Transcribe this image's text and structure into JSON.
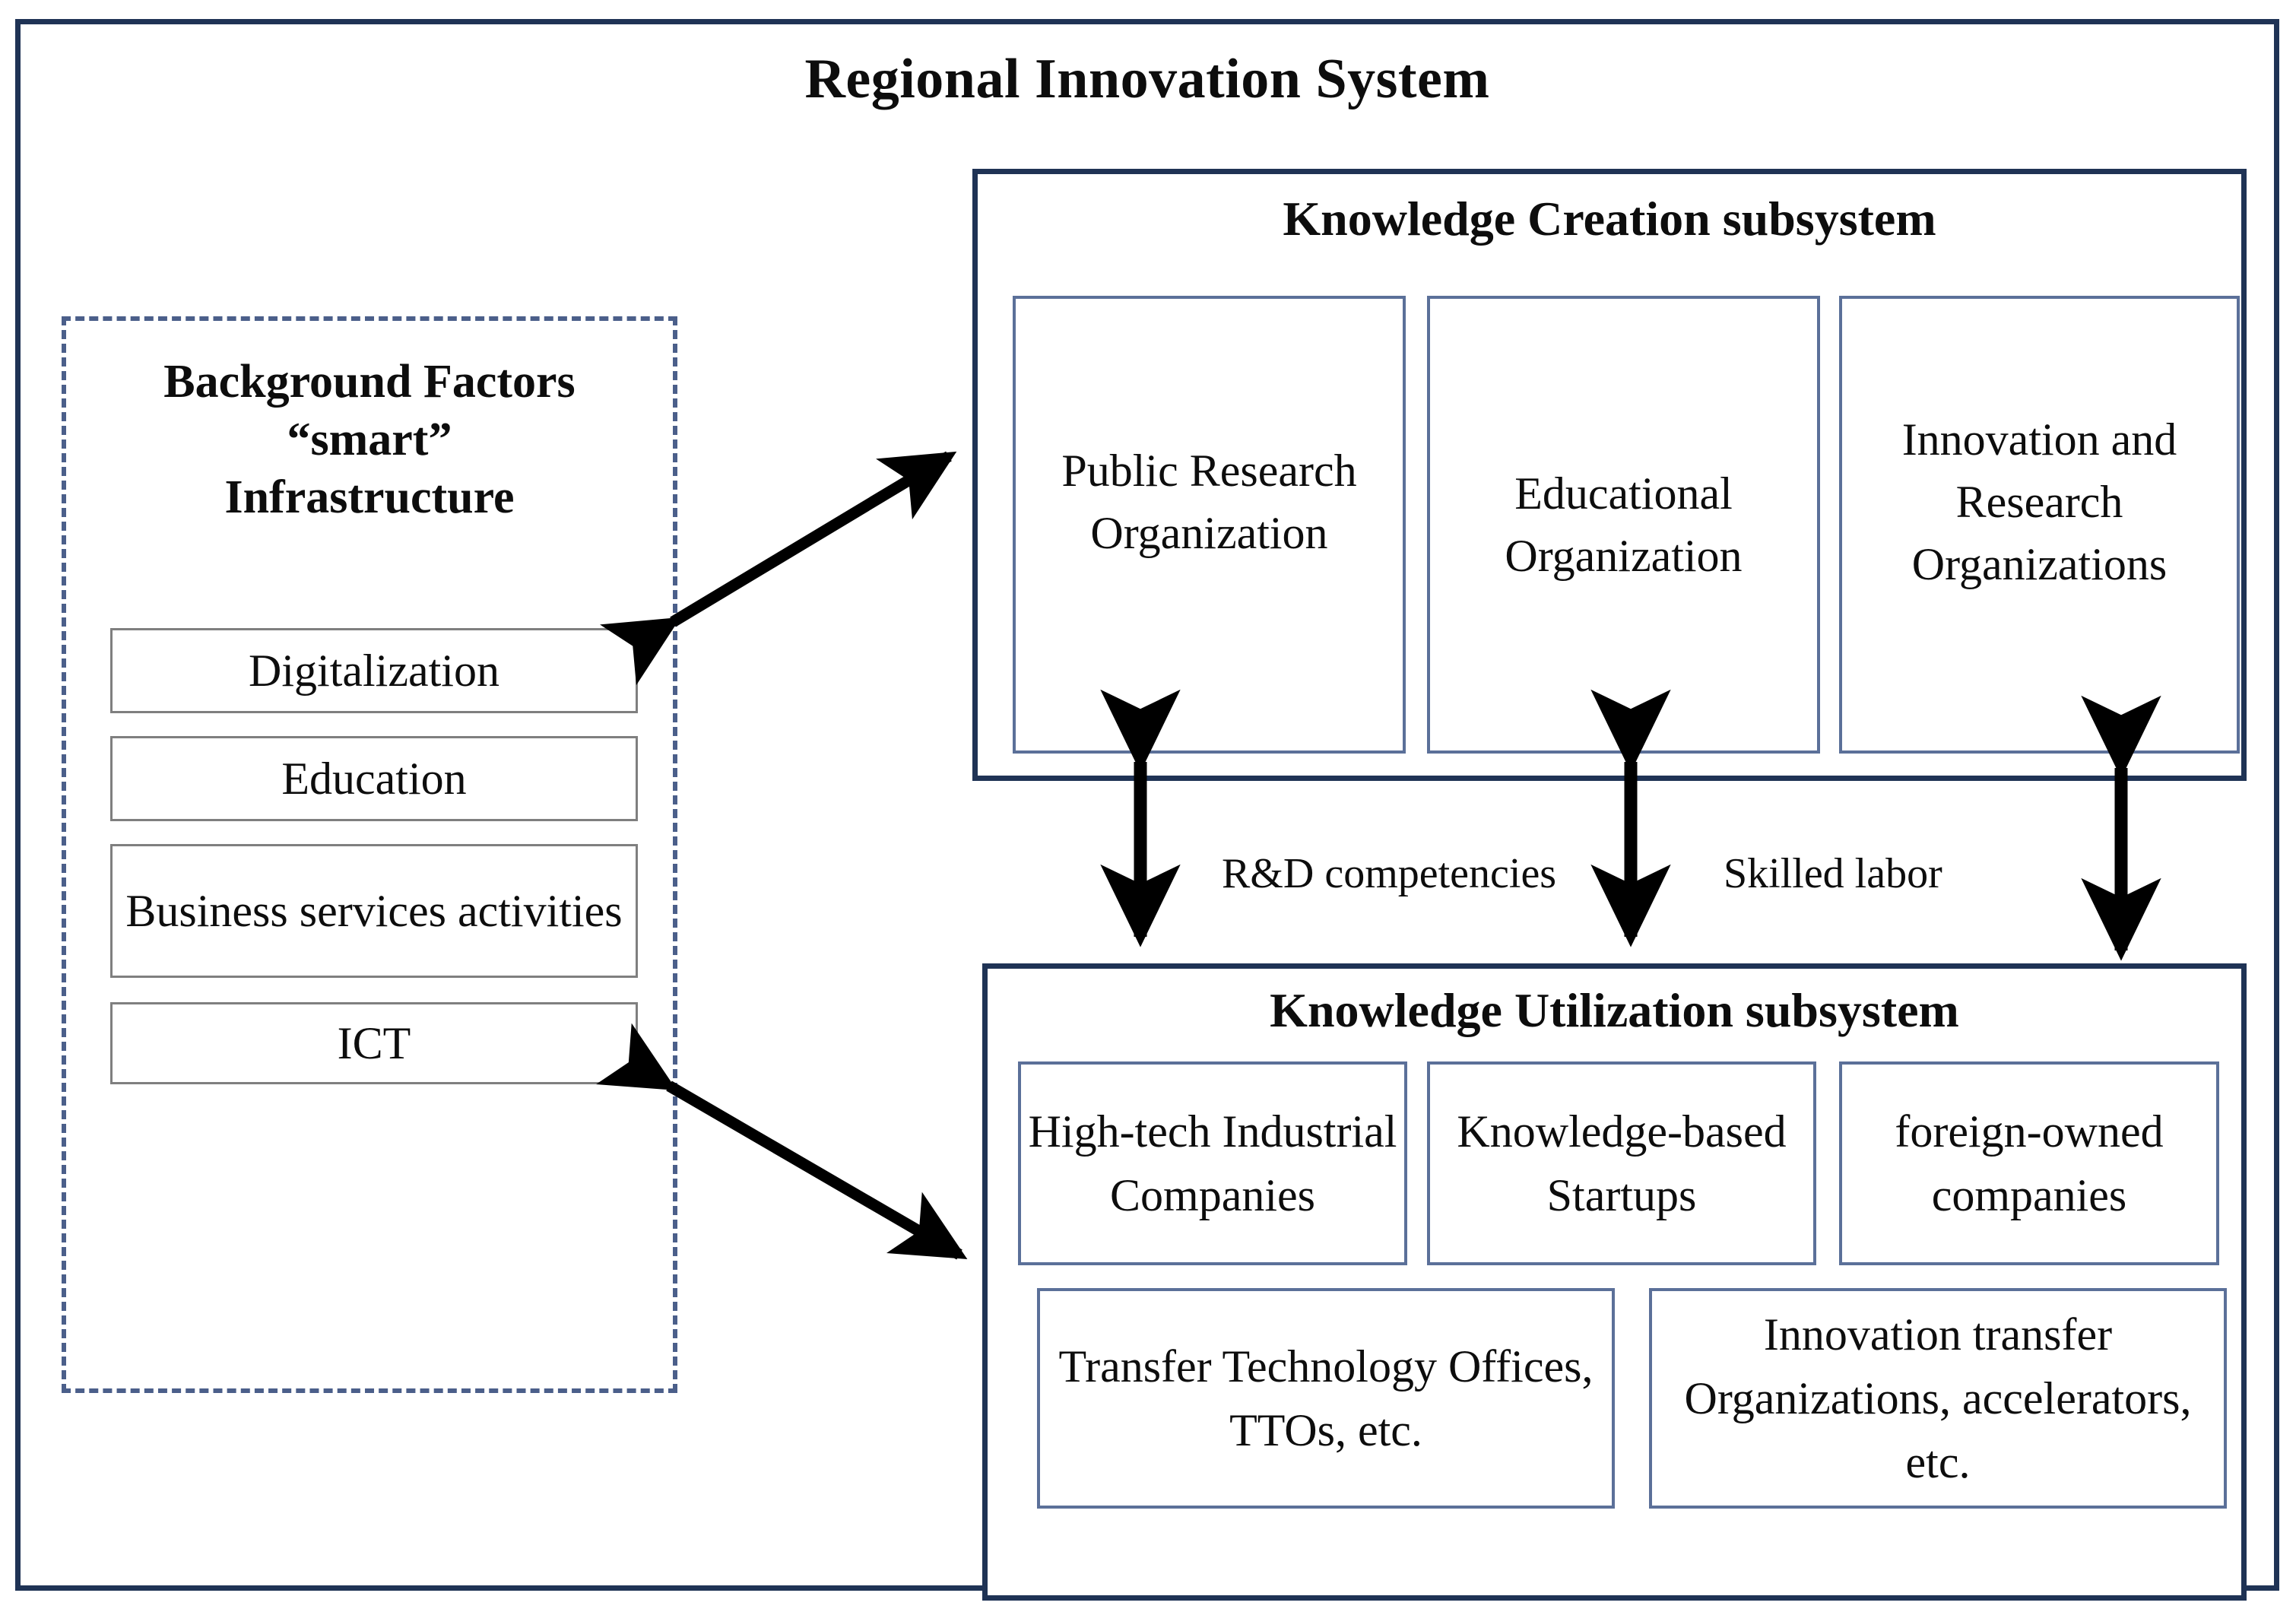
{
  "diagram": {
    "title": "Regional Innovation System",
    "colors": {
      "frame_border": "#1f3355",
      "panel_border": "#1f3355",
      "card_border": "#5b7099",
      "dashed_border": "#4b5f8a",
      "plain_box_border": "#7f7f7f",
      "arrow": "#000000",
      "text": "#0d0d0d"
    }
  },
  "background_factors": {
    "title_lines": [
      "Background Factors",
      "“smart”",
      "Infrastructure"
    ],
    "title": "Background Factors “smart” Infrastructure",
    "items": [
      {
        "label": "Digitalization"
      },
      {
        "label": "Education"
      },
      {
        "label": "Business services activities"
      },
      {
        "label": "ICT"
      }
    ]
  },
  "knowledge_creation": {
    "title": "Knowledge Creation subsystem",
    "cards": [
      {
        "label": "Public Research Organization"
      },
      {
        "label": "Educational Organization"
      },
      {
        "label": "Innovation and Research Organizations"
      }
    ]
  },
  "knowledge_utilization": {
    "title": "Knowledge Utilization subsystem",
    "cards_row1": [
      {
        "label": "High-tech Industrial Companies"
      },
      {
        "label": "Knowledge-based Startups"
      },
      {
        "label": "foreign-owned companies"
      }
    ],
    "cards_row2": [
      {
        "label": "Transfer Technology Offices, TTOs, etc."
      },
      {
        "label": "Innovation transfer Organizations, accelerators, etc."
      }
    ]
  },
  "flows": {
    "vertical_labels": [
      {
        "label": "R&D competencies"
      },
      {
        "label": "Skilled labor"
      }
    ],
    "connectors": [
      {
        "name": "background-to-knowledge-creation",
        "style": "double-headed-diagonal"
      },
      {
        "name": "background-to-knowledge-utilization",
        "style": "double-headed-diagonal"
      },
      {
        "name": "creation-utilization-left",
        "style": "double-headed-vertical"
      },
      {
        "name": "creation-utilization-middle",
        "style": "double-headed-vertical"
      },
      {
        "name": "creation-utilization-right",
        "style": "double-headed-vertical"
      }
    ]
  }
}
